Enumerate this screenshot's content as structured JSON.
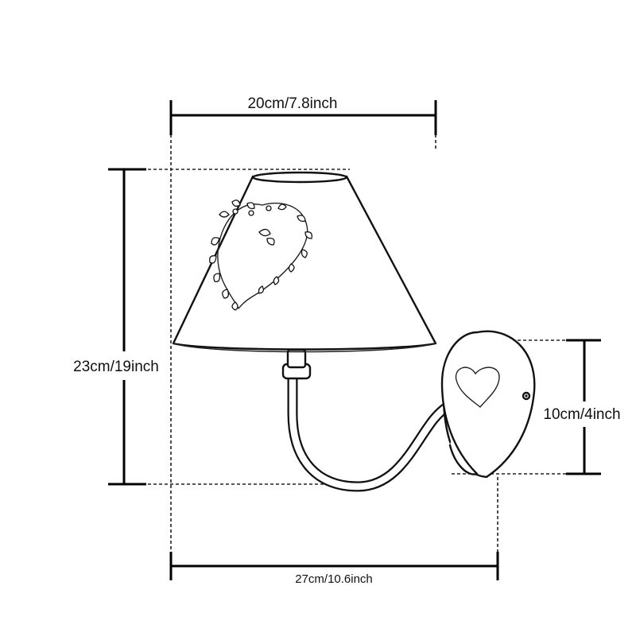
{
  "dimensions": {
    "shade_width": "20cm/7.8inch",
    "total_height": "23cm/19inch",
    "base_height": "10cm/4inch",
    "total_depth": "27cm/10.6inch"
  }
}
